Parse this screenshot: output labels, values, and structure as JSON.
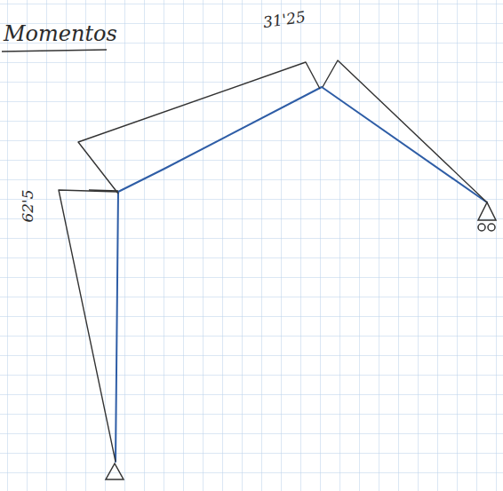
{
  "diagram": {
    "labels": [
      "Momentos",
      "62'5",
      "31'25"
    ]
  }
}
